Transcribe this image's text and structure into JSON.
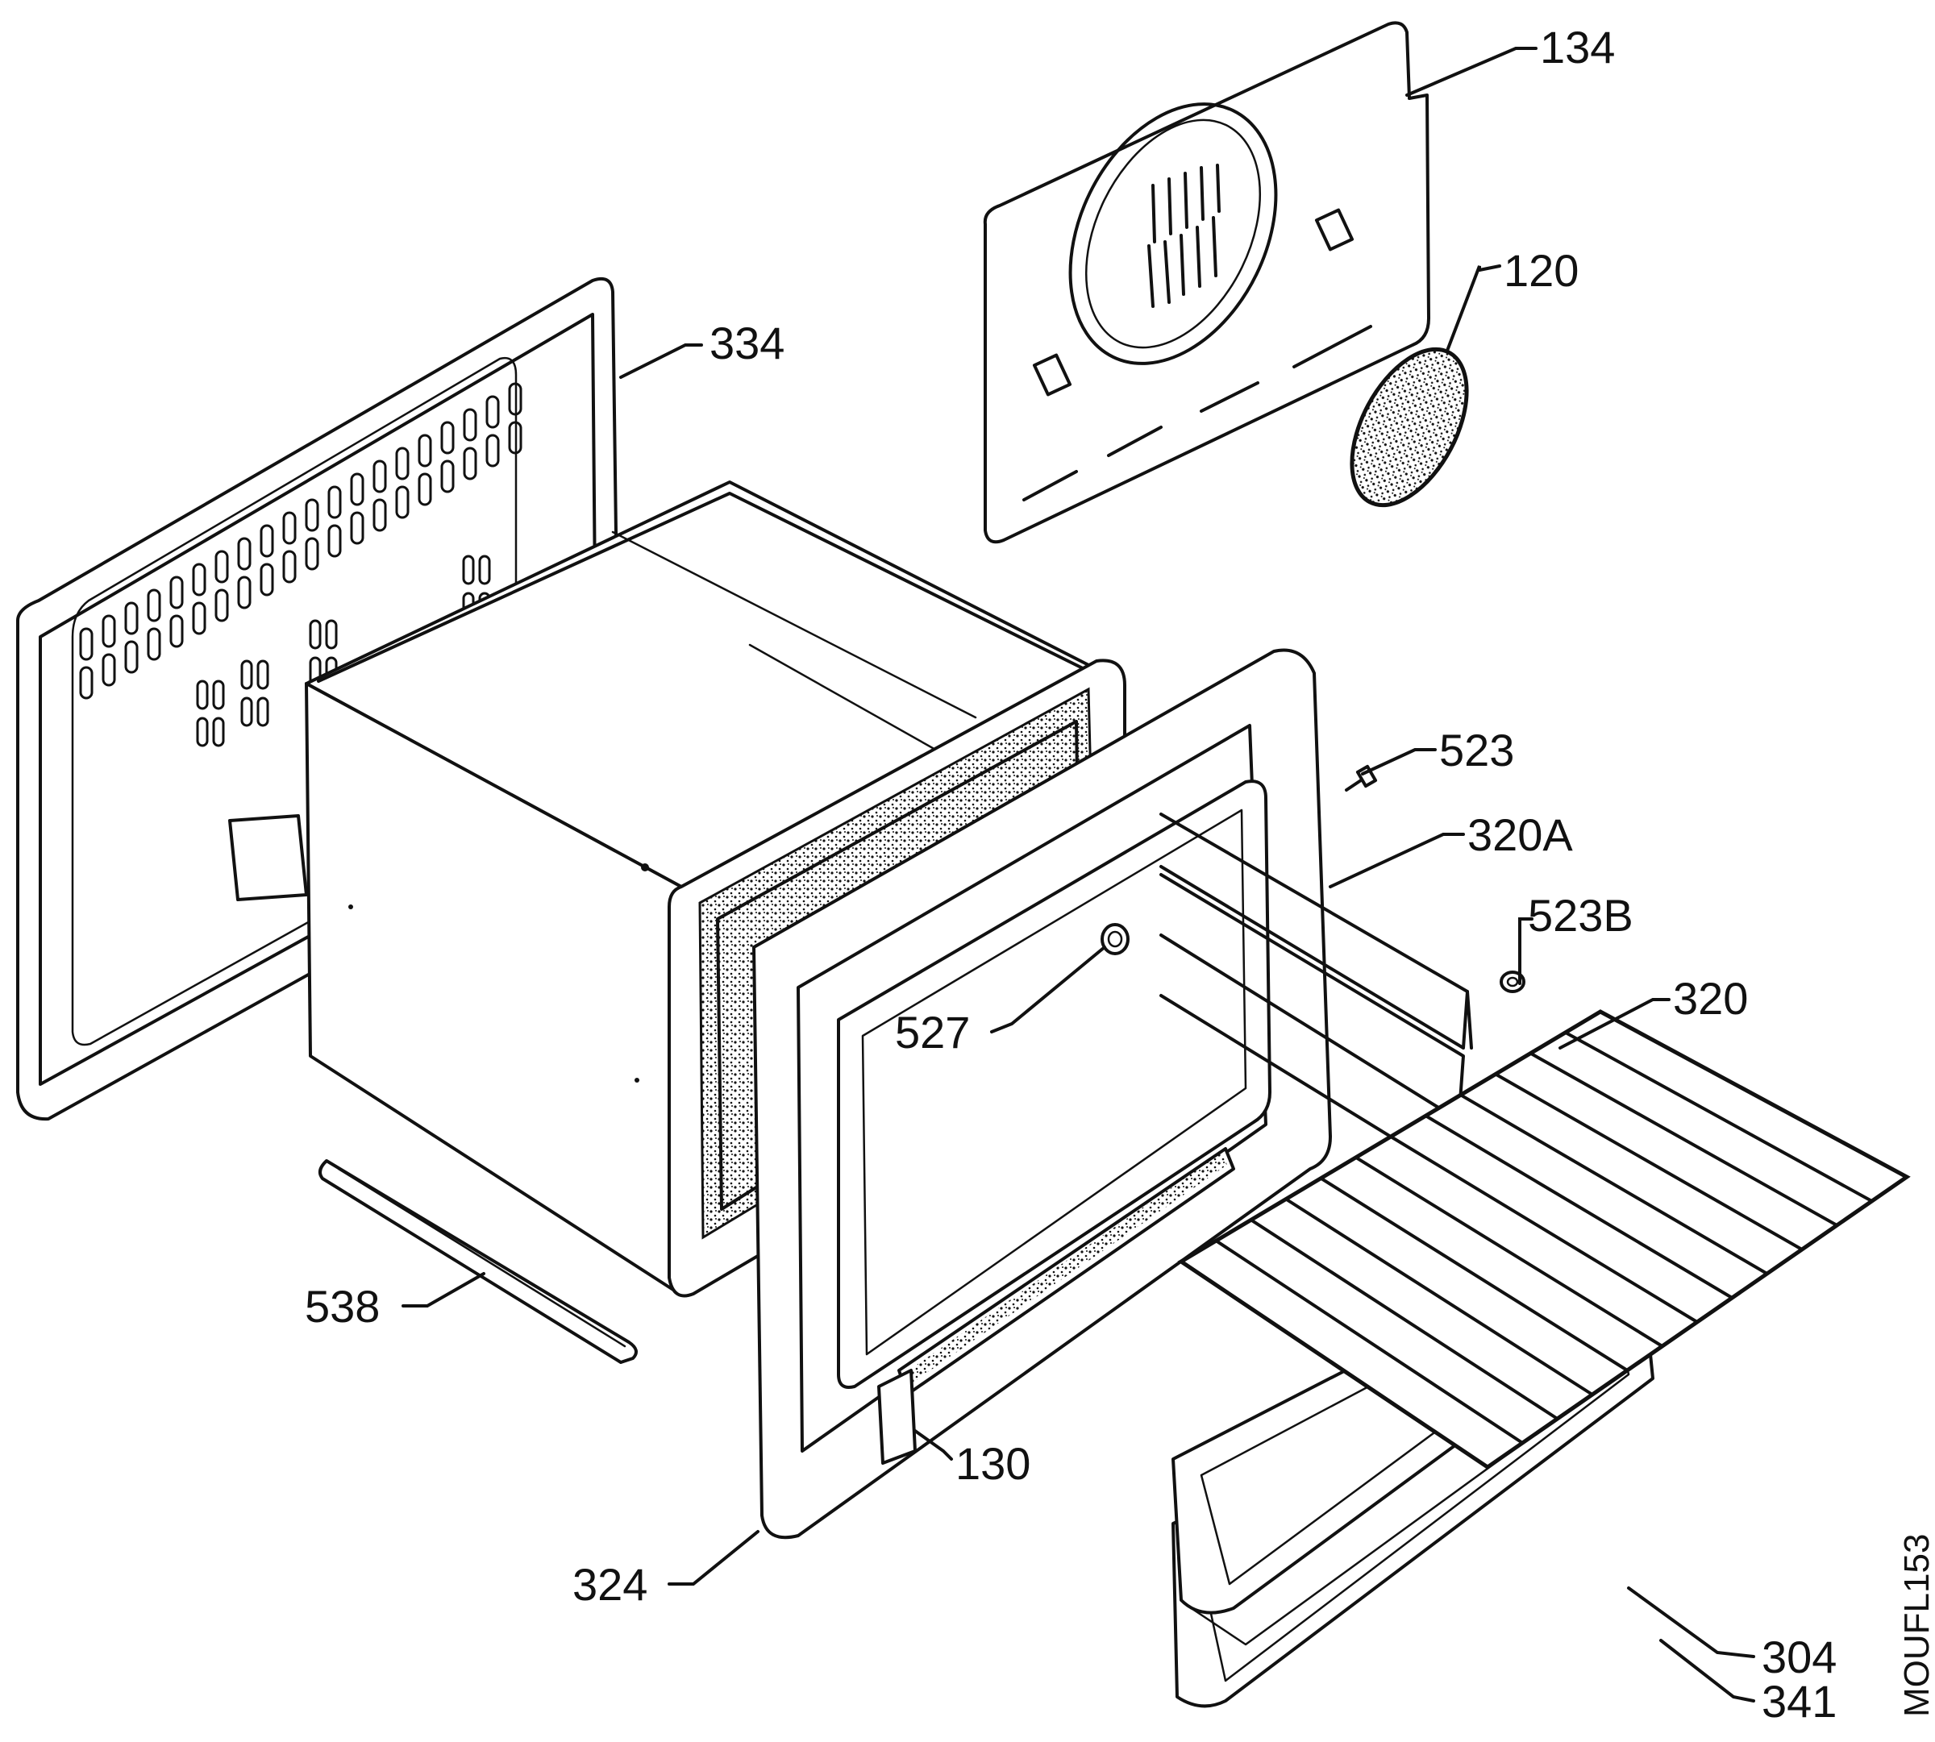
{
  "diagram_code": "MOUFL153",
  "parts": [
    {
      "id": "p134",
      "label": "134"
    },
    {
      "id": "p120",
      "label": "120"
    },
    {
      "id": "p334",
      "label": "334"
    },
    {
      "id": "p523",
      "label": "523"
    },
    {
      "id": "p320A",
      "label": "320A"
    },
    {
      "id": "p523B",
      "label": "523B"
    },
    {
      "id": "p320",
      "label": "320"
    },
    {
      "id": "p527",
      "label": "527"
    },
    {
      "id": "p538",
      "label": "538"
    },
    {
      "id": "p130",
      "label": "130"
    },
    {
      "id": "p324",
      "label": "324"
    },
    {
      "id": "p304",
      "label": "304"
    },
    {
      "id": "p341",
      "label": "341"
    }
  ]
}
